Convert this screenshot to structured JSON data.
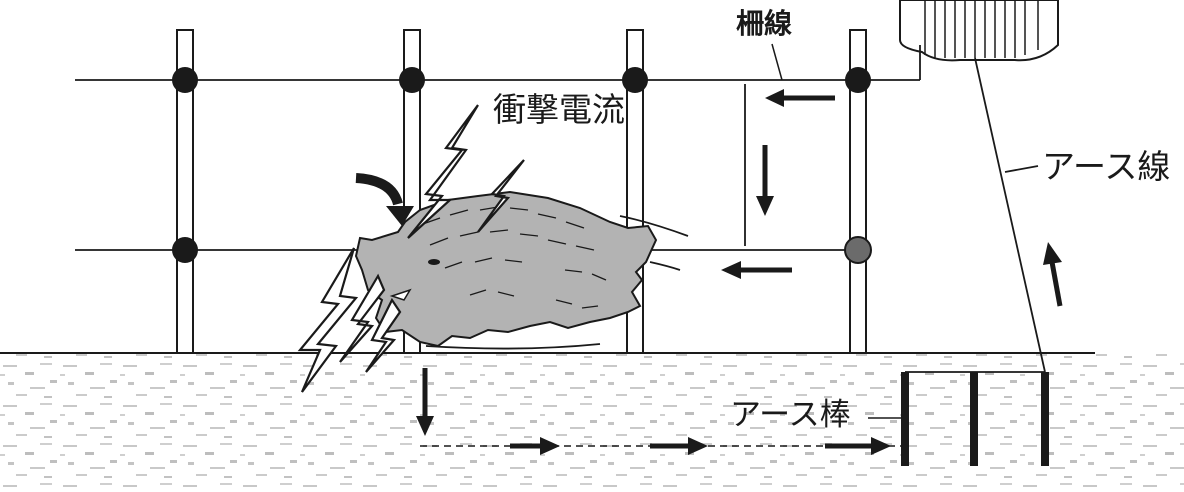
{
  "labels": {
    "fence_wire": "柵線",
    "shock_current": "衝撃電流",
    "earth_wire": "アース線",
    "earth_rod": "アース棒"
  },
  "colors": {
    "line": "#1a1a1a",
    "ground_speckle": "#c8c8c8",
    "boar_fill": "#b3b3b3",
    "insulator": "#1a1a1a",
    "insulator_last_lower": "#6b6b6b"
  },
  "icons": [
    "energizer-box-icon",
    "boar-icon",
    "lightning-bolt-icon",
    "current-arrow-icon"
  ]
}
